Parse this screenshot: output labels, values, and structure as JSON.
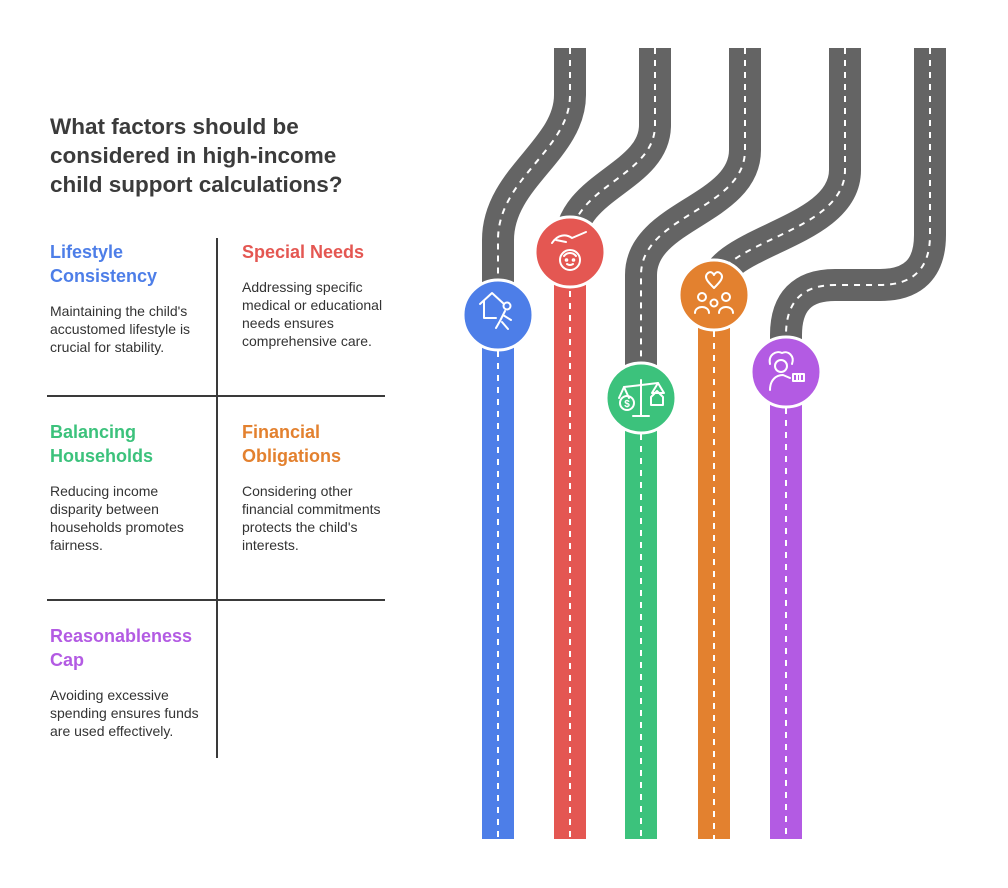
{
  "title": "What factors should be considered in high-income child support calculations?",
  "factors": [
    {
      "heading": "Lifestyle Consistency",
      "description": "Maintaining the child's accustomed lifestyle is crucial for stability.",
      "color": "#4d7ee8",
      "icon": "home-child-icon"
    },
    {
      "heading": "Special Needs",
      "description": "Addressing specific medical or educational needs ensures comprehensive care.",
      "color": "#e45752",
      "icon": "hand-child-care-icon"
    },
    {
      "heading": "Balancing Households",
      "description": "Reducing income disparity between households promotes fairness.",
      "color": "#3cc27c",
      "icon": "scale-balance-icon"
    },
    {
      "heading": "Financial Obligations",
      "description": "Considering other financial commitments protects the child's interests.",
      "color": "#e3812f",
      "icon": "family-heart-icon"
    },
    {
      "heading": "Reasonableness Cap",
      "description": "Avoiding excessive spending ensures funds are used effectively.",
      "color": "#b35be3",
      "icon": "person-money-icon"
    }
  ],
  "road_color": "#646464"
}
